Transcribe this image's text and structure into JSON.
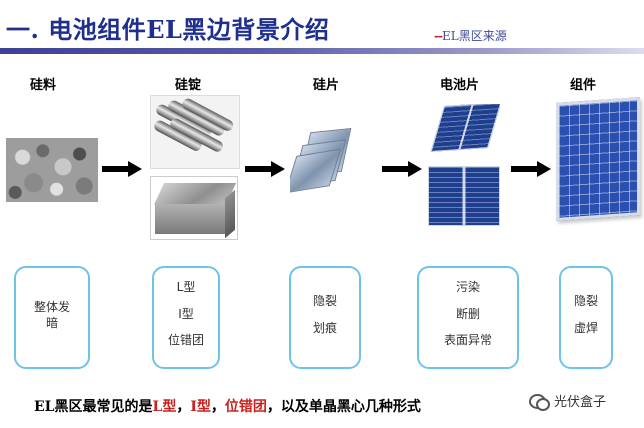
{
  "header": {
    "title": "一. 电池组件EL黑边背景介绍",
    "source_dash": "--",
    "source_text": "EL黑区来源",
    "rule_color": "#3f3f95"
  },
  "stages": [
    {
      "label": "硅料",
      "image": "silicon-chunks"
    },
    {
      "label": "硅锭",
      "image": "silicon-ingot"
    },
    {
      "label": "硅片",
      "image": "silicon-wafers"
    },
    {
      "label": "电池片",
      "image": "solar-cells"
    },
    {
      "label": "组件",
      "image": "solar-module"
    }
  ],
  "arrows": [
    "right-arrow-icon",
    "right-arrow-icon",
    "right-arrow-icon",
    "right-arrow-icon"
  ],
  "defects": [
    {
      "items": [
        "整体发",
        "暗"
      ]
    },
    {
      "items": [
        "L型",
        "I型",
        "位错团"
      ]
    },
    {
      "items": [
        "隐裂",
        "划痕"
      ]
    },
    {
      "items": [
        "污染",
        "断删",
        "表面异常"
      ]
    },
    {
      "items": [
        "隐裂",
        "虚焊"
      ]
    }
  ],
  "summary": {
    "part1": "EL黑区最常见的是",
    "hl1": "L型",
    "sep1": "，",
    "hl2": "I型",
    "sep2": "，",
    "hl3": "位错团",
    "part2": "，以及单晶黑心几种形式",
    "highlight_color": "#c8201e"
  },
  "watermark": {
    "text": "光伏盒子"
  },
  "colors": {
    "box_border": "#6ec3e6",
    "title": "#1f2f8f"
  }
}
